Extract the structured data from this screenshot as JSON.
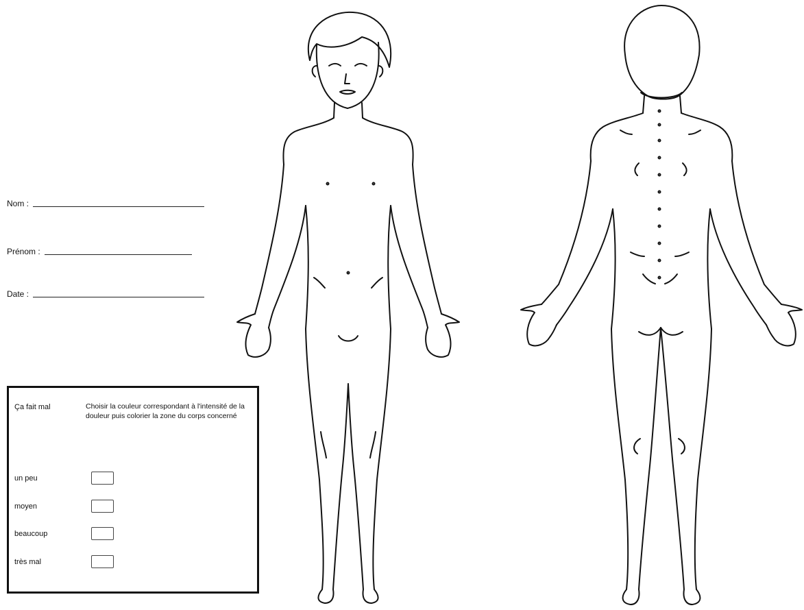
{
  "form": {
    "fields": [
      {
        "label": "Nom :"
      },
      {
        "label": "Prénom :"
      },
      {
        "label": "Date :"
      }
    ]
  },
  "legend": {
    "question": "Ça fait mal",
    "instruction": "Choisir la couleur correspondant à l'intensité de la douleur puis colorier la zone du corps concerné",
    "levels": [
      {
        "label": "un peu"
      },
      {
        "label": "moyen"
      },
      {
        "label": "beaucoup"
      },
      {
        "label": "très mal"
      }
    ]
  },
  "figures": {
    "front_view": "body-front-outline",
    "back_view": "body-back-outline"
  }
}
